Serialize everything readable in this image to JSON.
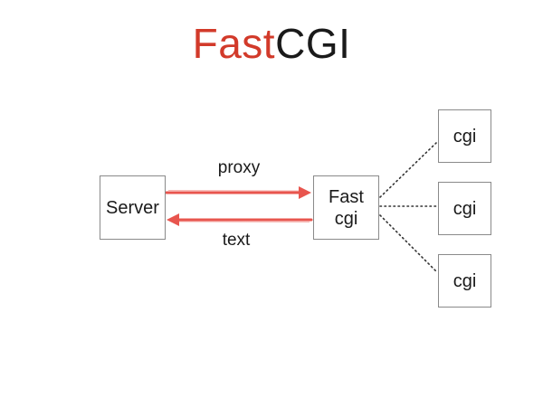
{
  "title": {
    "accent": "Fast",
    "main": "CGI"
  },
  "nodes": {
    "server": "Server",
    "fastcgi": "Fast\ncgi",
    "cgi_1": "cgi",
    "cgi_2": "cgi",
    "cgi_3": "cgi"
  },
  "edges": {
    "proxy_label": "proxy",
    "text_label": "text"
  },
  "colors": {
    "accent": "#d23a2a",
    "arrow": "#e8554e",
    "box_border": "#8a8a8a",
    "dotted": "#333333"
  }
}
